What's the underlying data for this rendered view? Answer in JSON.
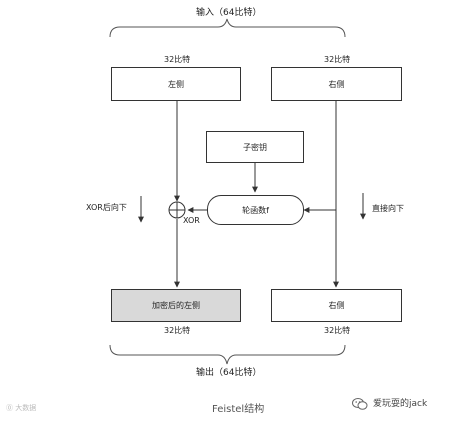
{
  "diagram": {
    "input_label": "输入（64比特）",
    "output_label": "输出（64比特）",
    "left_bits_top": "32比特",
    "right_bits_top": "32比特",
    "left_box": "左侧",
    "right_box": "右侧",
    "subkey_box": "子密钥",
    "round_function_box": "轮函数f",
    "xor_label": "XOR",
    "xor_down_label": "XOR后向下",
    "straight_down_label": "直接向下",
    "encrypted_left_box": "加密后的左侧",
    "right_out_box": "右侧",
    "left_bits_bottom": "32比特",
    "right_bits_bottom": "32比特"
  },
  "caption": "Feistel结构",
  "watermark_left": "⓪ 大数据 ",
  "watermark_right": "爱玩耍的jack"
}
